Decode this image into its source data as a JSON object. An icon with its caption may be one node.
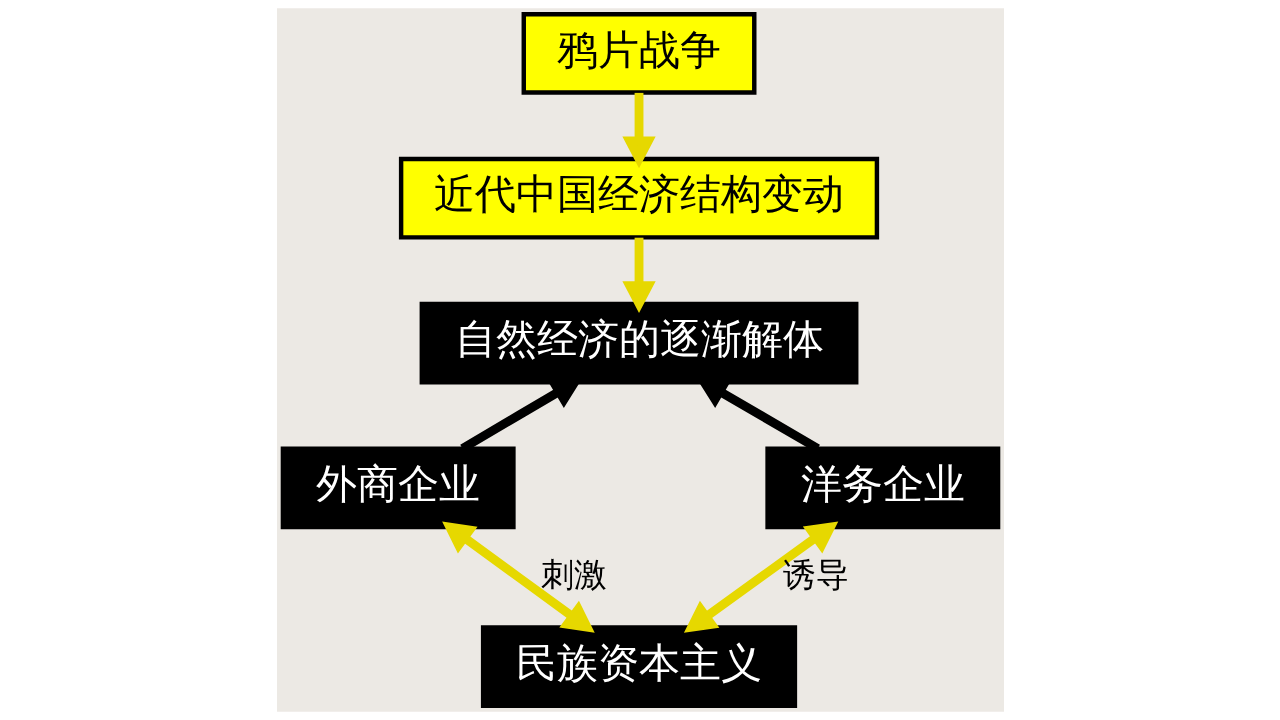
{
  "diagram": {
    "nodes": [
      {
        "text": [
          "鸦片战争"
        ]
      },
      {
        "text": [
          "近代中国经济结构变动"
        ]
      },
      {
        "text": [
          "自然经济的逐渐解体"
        ]
      },
      {
        "text": [
          "外商企业"
        ]
      },
      {
        "text": [
          "洋务企业"
        ]
      },
      {
        "text": [
          "民族资本主义"
        ]
      }
    ],
    "edges": [
      {
        "from": 0,
        "to": 1,
        "arrow": "to"
      },
      {
        "from": 1,
        "to": 2,
        "arrow": "to"
      },
      {
        "from": 3,
        "to": 2,
        "arrow": "to",
        "color": "#000000"
      },
      {
        "from": 4,
        "to": 2,
        "arrow": "to",
        "color": "#000000"
      },
      {
        "from": 3,
        "to": 5,
        "arrow": "both",
        "label": "刺激"
      },
      {
        "from": 4,
        "to": 5,
        "arrow": "both",
        "label": "诱导"
      }
    ]
  }
}
